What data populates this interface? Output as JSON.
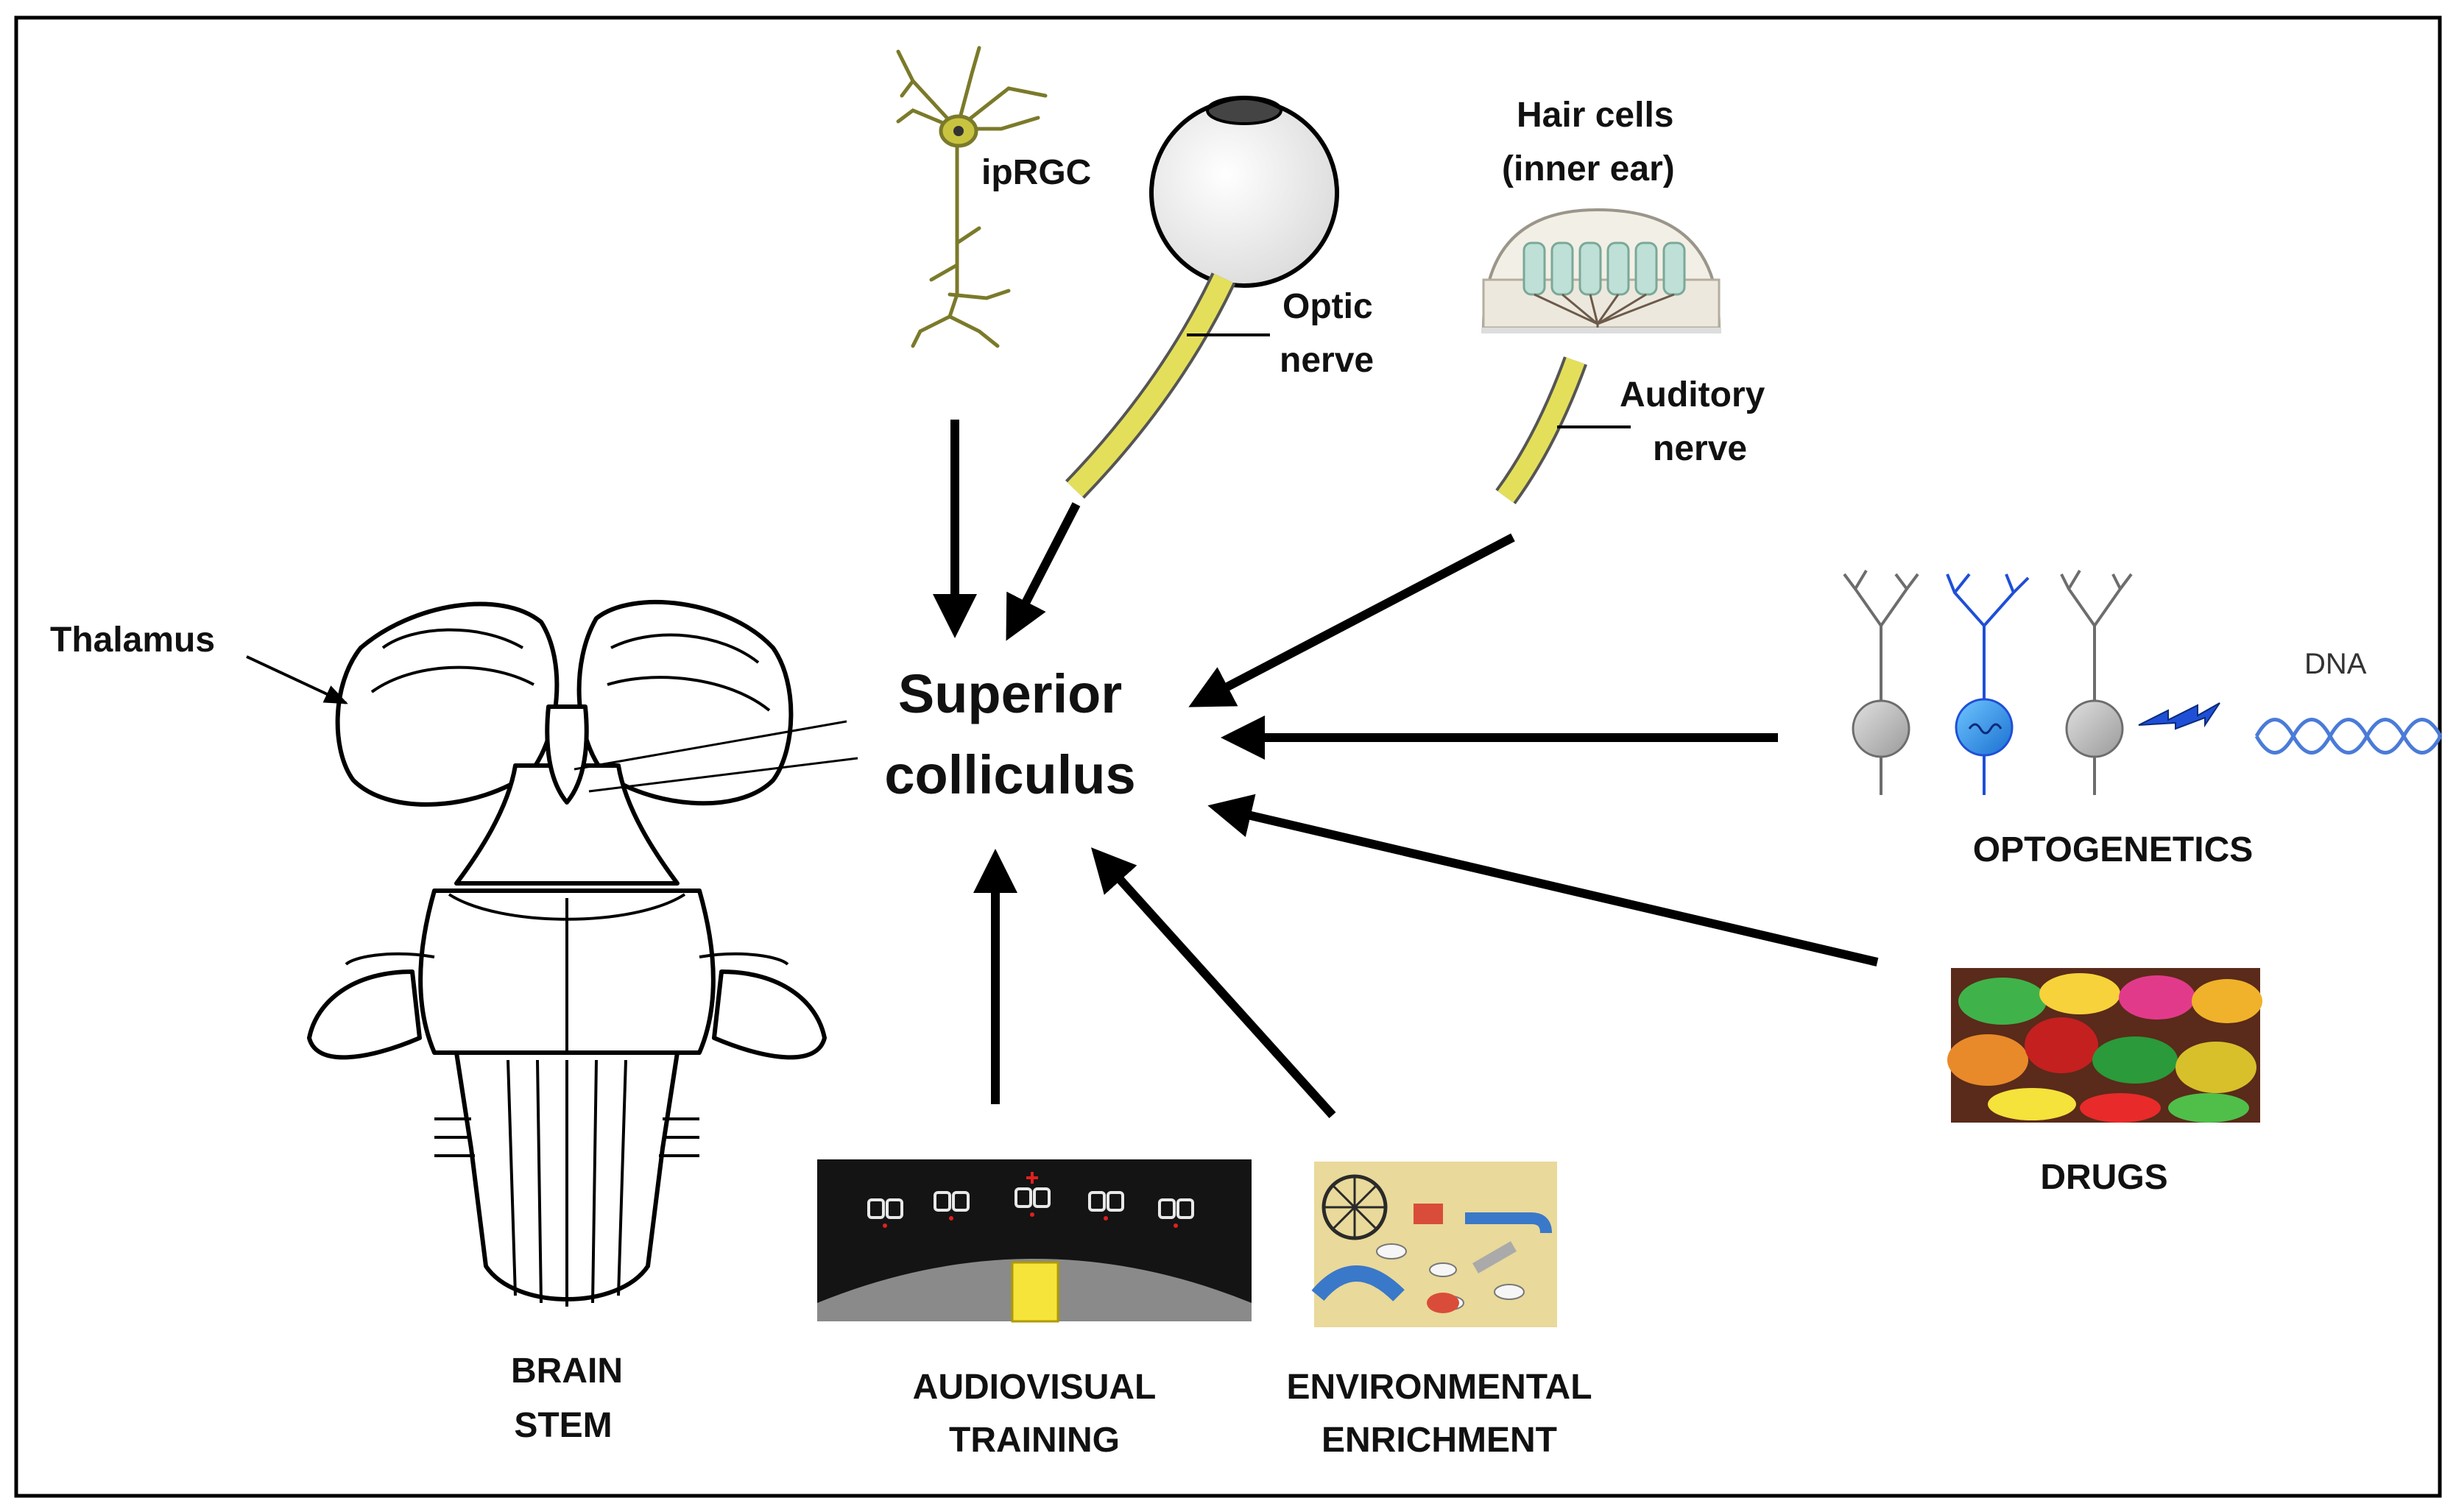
{
  "center": {
    "line1": "Superior",
    "line2": "colliculus"
  },
  "labels": {
    "iprgc": "ipRGC",
    "optic_line1": "Optic",
    "optic_line2": "nerve",
    "hair_line1": "Hair cells",
    "hair_line2": "(inner ear)",
    "auditory_line1": "Auditory",
    "auditory_line2": "nerve",
    "thalamus": "Thalamus",
    "brainstem_line1": "BRAIN",
    "brainstem_line2": "STEM",
    "audiovisual_line1": "AUDIOVISUAL",
    "audiovisual_line2": "TRAINING",
    "enrichment_line1": "ENVIRONMENTAL",
    "enrichment_line2": "ENRICHMENT",
    "optogenetics": "OPTOGENETICS",
    "dna": "DNA",
    "drugs": "DRUGS"
  },
  "colors": {
    "nerve": "#e4df5a",
    "neuron_blue": "#1f4fd6",
    "neuron_gray": "#b8b8b8",
    "arrow": "#000000"
  }
}
